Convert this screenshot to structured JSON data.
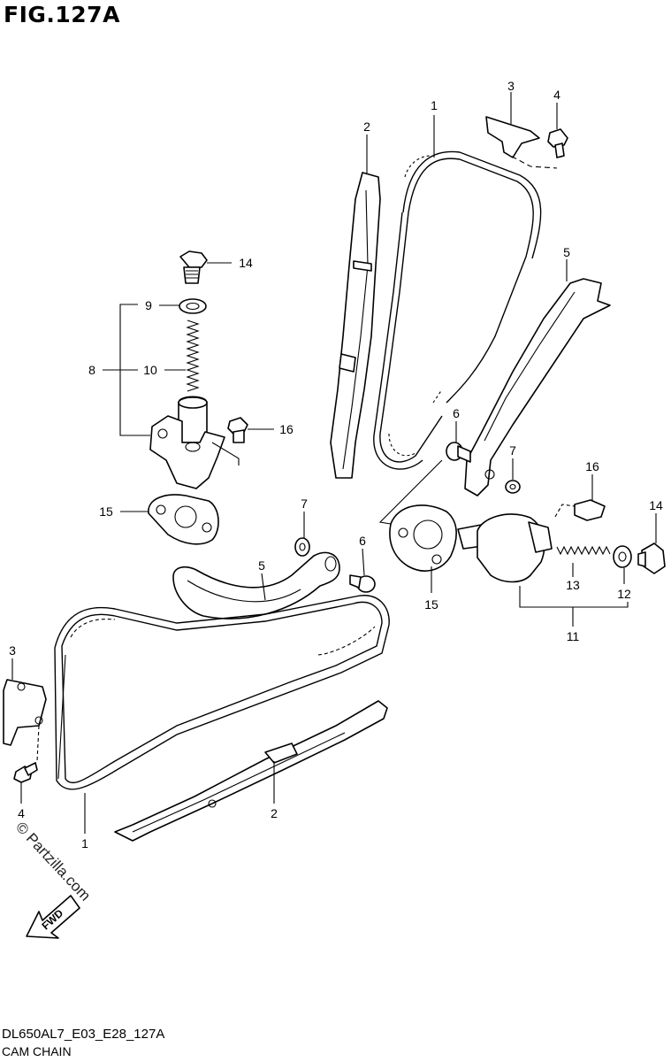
{
  "figure": {
    "title": "FIG.127A",
    "code": "DL650AL7_E03_E28_127A",
    "name": "CAM CHAIN",
    "watermark": "© Partzilla.com",
    "fwd_label": "FWD",
    "small_print": ""
  },
  "callouts": {
    "c1_top": "1",
    "c2_top": "2",
    "c3_top": "3",
    "c4_top": "4",
    "c5_top": "5",
    "c6_right": "6",
    "c7_right": "7",
    "c16_right": "16",
    "c14_right": "14",
    "c15_right": "15",
    "c13": "13",
    "c12": "12",
    "c11": "11",
    "c14_left": "14",
    "c9": "9",
    "c8": "8",
    "c10": "10",
    "c16_left": "16",
    "c15_left": "15",
    "c7_left": "7",
    "c6_left": "6",
    "c5_left": "5",
    "c3_left": "3",
    "c4_left": "4",
    "c1_bottom": "1",
    "c2_bottom": "2"
  }
}
